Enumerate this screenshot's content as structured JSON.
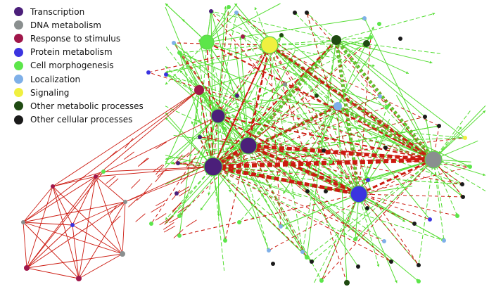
{
  "legend": {
    "items": [
      {
        "label": "Transcription",
        "color": "#4b1f7a"
      },
      {
        "label": "DNA metabolism",
        "color": "#8a8f8f"
      },
      {
        "label": "Response to stimulus",
        "color": "#a0174a"
      },
      {
        "label": "Protein metabolism",
        "color": "#3b34e0"
      },
      {
        "label": "Cell morphogenesis",
        "color": "#5ce64a"
      },
      {
        "label": "Localization",
        "color": "#7fb0e8"
      },
      {
        "label": "Signaling",
        "color": "#f0f040"
      },
      {
        "label": "Other metabolic processes",
        "color": "#1f4a12"
      },
      {
        "label": "Other cellular processes",
        "color": "#1a1a1a"
      }
    ]
  },
  "colors": {
    "edge_red": "#cc1a10",
    "edge_green": "#55dd33",
    "edge_olive": "#7a9a2a"
  }
}
